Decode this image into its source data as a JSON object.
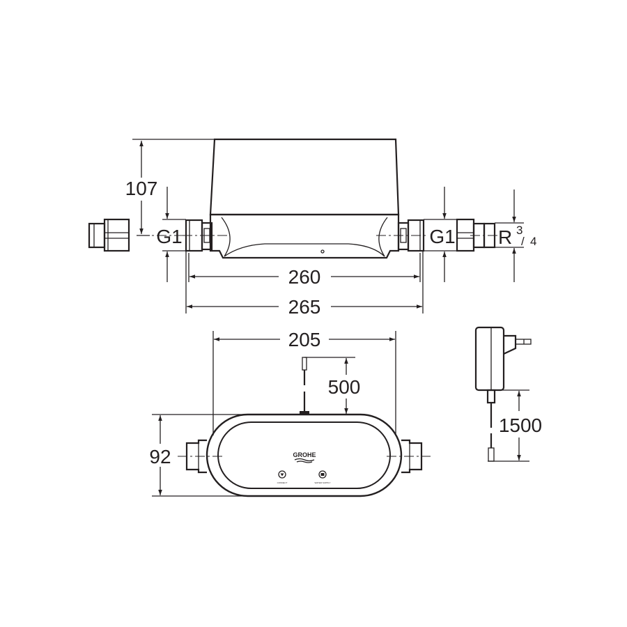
{
  "drawing": {
    "top_view": {
      "height_dim": "107",
      "inlet_thread_left": "G1",
      "inlet_thread_right": "G1",
      "connector_thread": "R",
      "connector_thread_num": "3",
      "connector_thread_den": "4",
      "length_body": "260",
      "length_overall": "265"
    },
    "front_view": {
      "width_dim": "205",
      "height_dim": "92",
      "cable_length": "500",
      "brand_logo": "GROHE",
      "button_left_label": "CONNECT",
      "button_right_label": "WATER SUPPLY"
    },
    "power_adapter": {
      "cable_length": "1500"
    }
  }
}
